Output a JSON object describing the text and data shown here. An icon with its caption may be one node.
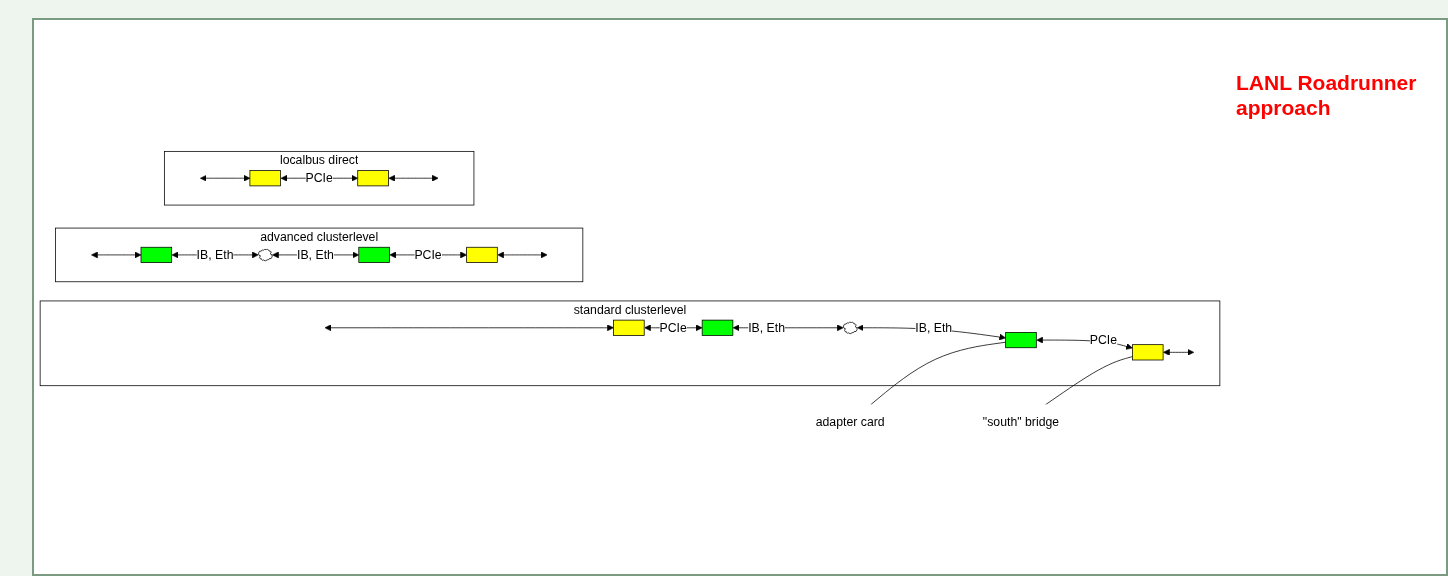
{
  "diagram": {
    "nodes": [
      {
        "text": [
          "localbus direct"
        ]
      },
      {
        "text": [],
        "shape": "box",
        "in": 0
      },
      {
        "text": [],
        "shape": "box",
        "in": 0
      },
      {
        "text": [
          "advanced clusterlevel"
        ]
      },
      {
        "text": [],
        "shape": "box",
        "in": 3
      },
      {
        "text": [],
        "shape": "cloud",
        "in": 3
      },
      {
        "text": [],
        "shape": "box",
        "in": 3
      },
      {
        "text": [],
        "shape": "box",
        "in": 3
      },
      {
        "text": [
          "standard clusterlevel"
        ]
      },
      {
        "text": [],
        "shape": "box",
        "in": 8
      },
      {
        "text": [],
        "shape": "box",
        "in": 8
      },
      {
        "text": [],
        "shape": "cloud",
        "in": 8
      },
      {
        "text": [],
        "shape": "box",
        "in": 8
      },
      {
        "text": [],
        "shape": "box",
        "in": 8
      },
      {
        "text": [
          "adapter card"
        ]
      },
      {
        "text": [
          "\"south\" bridge"
        ]
      }
    ],
    "edges": [
      {
        "from": 0,
        "to": 1,
        "arrow": "both"
      },
      {
        "from": 1,
        "to": 2,
        "arrow": "both",
        "label": "PCIe"
      },
      {
        "from": 2,
        "to": 0,
        "arrow": "both"
      },
      {
        "from": 3,
        "to": 4,
        "arrow": "both"
      },
      {
        "from": 4,
        "to": 5,
        "arrow": "both",
        "label": "IB, Eth"
      },
      {
        "from": 5,
        "to": 6,
        "arrow": "both",
        "label": "IB, Eth"
      },
      {
        "from": 6,
        "to": 7,
        "arrow": "both",
        "label": "PCIe"
      },
      {
        "from": 7,
        "to": 3,
        "arrow": "both"
      },
      {
        "from": 8,
        "to": 9,
        "arrow": "both"
      },
      {
        "from": 9,
        "to": 10,
        "arrow": "both",
        "label": "PCIe"
      },
      {
        "from": 10,
        "to": 11,
        "arrow": "both",
        "label": "IB, Eth"
      },
      {
        "from": 11,
        "to": 12,
        "arrow": "both",
        "label": "IB, Eth"
      },
      {
        "from": 12,
        "to": 13,
        "arrow": "both",
        "label": "PCIe"
      },
      {
        "from": 13,
        "to": 8,
        "arrow": "both"
      },
      {
        "from": 14,
        "to": 12,
        "arrow": "none"
      },
      {
        "from": 15,
        "to": 13,
        "arrow": "none"
      }
    ],
    "labels": [
      "LANL Roadrunner approach"
    ]
  }
}
